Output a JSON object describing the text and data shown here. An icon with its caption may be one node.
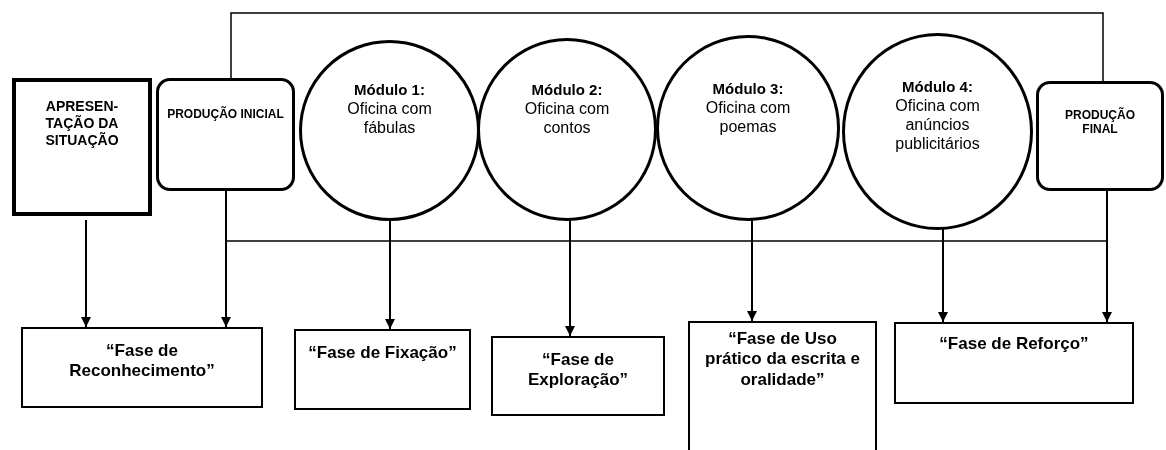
{
  "diagram": {
    "nodes": [
      {
        "text": [
          "APRESEN- TAÇÃO DA SITUAÇÃO"
        ]
      },
      {
        "text": [
          "PRODUÇÃO INICIAL"
        ]
      },
      {
        "text": [
          "Módulo 1:",
          "Oficina com fábulas"
        ]
      },
      {
        "text": [
          "Módulo 2:",
          "Oficina com contos"
        ]
      },
      {
        "text": [
          "Módulo 3:",
          "Oficina com poemas"
        ]
      },
      {
        "text": [
          "Módulo 4:",
          "Oficina com anúncios publicitários"
        ]
      },
      {
        "text": [
          "PRODUÇÃO FINAL"
        ]
      },
      {
        "text": [
          "“Fase de Reconhecimento”"
        ]
      },
      {
        "text": [
          "“Fase de Fixação”"
        ]
      },
      {
        "text": [
          "“Fase de Exploração”"
        ]
      },
      {
        "text": [
          "“Fase de Uso prático da escrita e oralidade”"
        ]
      },
      {
        "text": [
          "“Fase de Reforço”"
        ]
      }
    ],
    "edges": [
      {
        "from": 1,
        "to": 6,
        "arrow": "none"
      },
      {
        "from": 1,
        "to": 6,
        "arrow": "none"
      },
      {
        "from": 0,
        "to": 7,
        "arrow": "to"
      },
      {
        "from": 1,
        "to": 7,
        "arrow": "to"
      },
      {
        "from": 2,
        "to": 8,
        "arrow": "to"
      },
      {
        "from": 3,
        "to": 9,
        "arrow": "to"
      },
      {
        "from": 4,
        "to": 10,
        "arrow": "to"
      },
      {
        "from": 5,
        "to": 11,
        "arrow": "to"
      },
      {
        "from": 6,
        "to": 11,
        "arrow": "to"
      }
    ]
  }
}
